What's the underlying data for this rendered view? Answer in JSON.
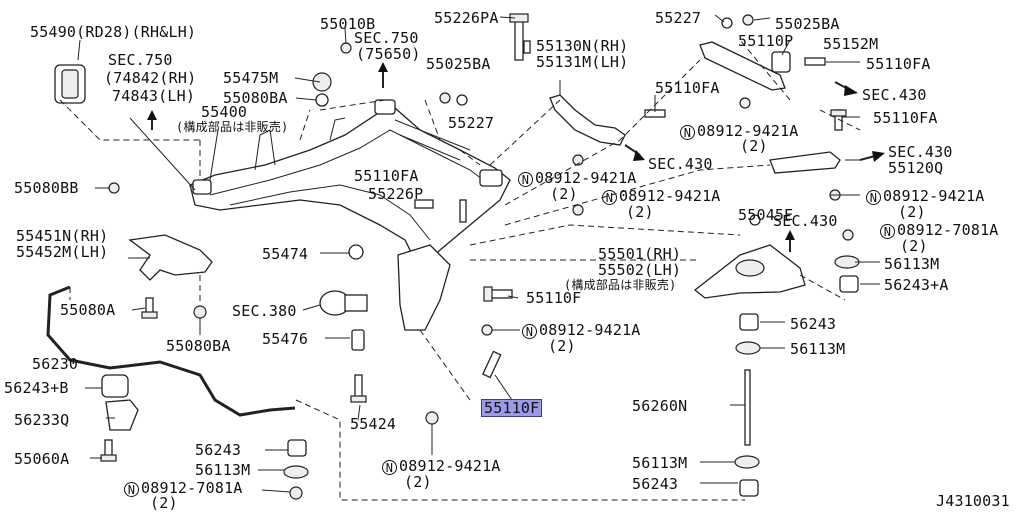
{
  "labels": {
    "p55490": "55490(RD28)(RH&LH)",
    "sec750a": "SEC.750",
    "sec750a_rh": "(74842(RH)",
    "sec750a_lh": "74843(LH)",
    "p55400": "55400",
    "note_nonsale1": "(構成部品は非販売)",
    "p55010b": "55010B",
    "sec750b": "SEC.750",
    "sec750b_sub": "(75650)",
    "p55475m": "55475M",
    "p55080ba_top": "55080BA",
    "p55226pa": "55226PA",
    "p55025ba_mid": "55025BA",
    "p55227_mid": "55227",
    "p55130n": "55130N(RH)",
    "p55131m": "55131M(LH)",
    "p55227_top": "55227",
    "p55025ba_top": "55025BA",
    "p55110p": "55110P",
    "p55152m": "55152M",
    "p55110fa_r1": "55110FA",
    "sec430_a": "SEC.430",
    "p55110fa_mid": "55110FA",
    "n08912_9421a_1": "08912-9421A",
    "n08912_9421a_1q": "(2)",
    "p55110fa_r2": "55110FA",
    "sec430_b": "SEC.430",
    "sec430_c": "SEC.430",
    "p55120q": "55120Q",
    "p55080bb": "55080BB",
    "p55110fa_left": "55110FA",
    "p55226p": "55226P",
    "n08912_9421a_2": "08912-9421A",
    "n08912_9421a_2q": "(2)",
    "n08912_9421a_3": "08912-9421A",
    "n08912_9421a_3q": "(2)",
    "p55045e": "55045E",
    "n08912_9421a_4": "08912-9421A",
    "n08912_9421a_4q": "(2)",
    "sec430_d": "SEC.430",
    "n08912_7081a_r": "08912-7081A",
    "n08912_7081a_rq": "(2)",
    "p55451n": "55451N(RH)",
    "p55452m": "55452M(LH)",
    "p55474": "55474",
    "p55501": "55501(RH)",
    "p55502": "55502(LH)",
    "note_nonsale2": "(構成部品は非販売)",
    "p56113m_r1": "56113M",
    "p56243a": "56243+A",
    "p55080a": "55080A",
    "sec380": "SEC.380",
    "p55110f_mid": "55110F",
    "p55080ba_bot": "55080BA",
    "p55476": "55476",
    "n08912_9421a_5": "08912-9421A",
    "n08912_9421a_5q": "(2)",
    "p56243_r1": "56243",
    "p56113m_r2": "56113M",
    "p56230": "56230",
    "p56243b": "56243+B",
    "p55110f_hl": "55110F",
    "p56260n": "56260N",
    "p56233q": "56233Q",
    "p55424": "55424",
    "p55060a": "55060A",
    "p56243_bl": "56243",
    "p56113m_bl": "56113M",
    "n08912_9421a_6": "08912-9421A",
    "n08912_9421a_6q": "(2)",
    "n08912_7081a_bl": "08912-7081A",
    "n08912_7081a_blq": "(2)",
    "p56113m_r3": "56113M",
    "p56243_r2": "56243",
    "diagram_id": "J4310031"
  },
  "nut_symbol": "N",
  "colors": {
    "highlight": "#9a9ae8",
    "line": "#222222"
  }
}
